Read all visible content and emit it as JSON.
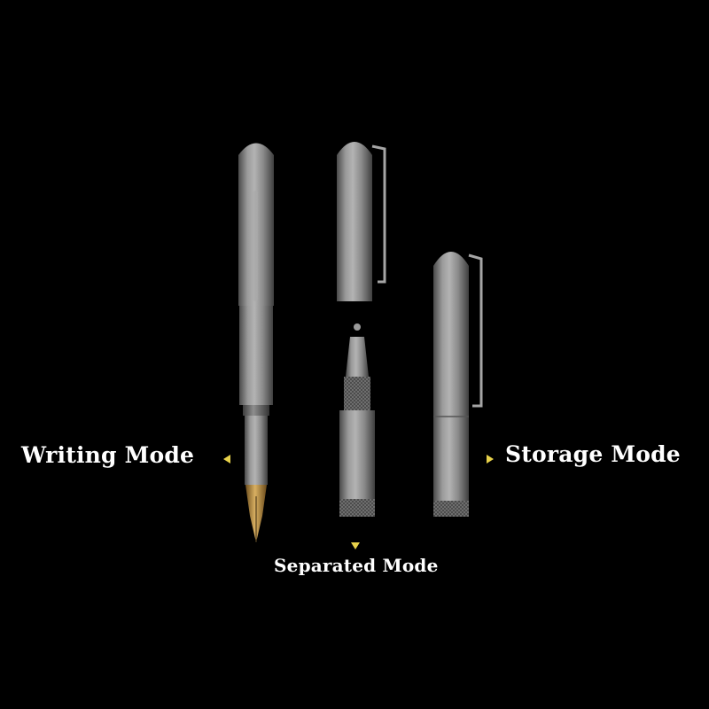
{
  "labels": {
    "writing": "Writing Mode",
    "separated": "Separated Mode",
    "storage": "Storage Mode"
  },
  "colors": {
    "background": "#000000",
    "label_text": "#ffffff",
    "arrow": "#e8d24a",
    "pen_metal": "#8c8c8c",
    "nib_gold": "#b8893a"
  },
  "icons": {
    "writing_arrow": "triangle-left-icon",
    "storage_arrow": "triangle-right-icon",
    "separated_arrow": "triangle-down-icon"
  }
}
